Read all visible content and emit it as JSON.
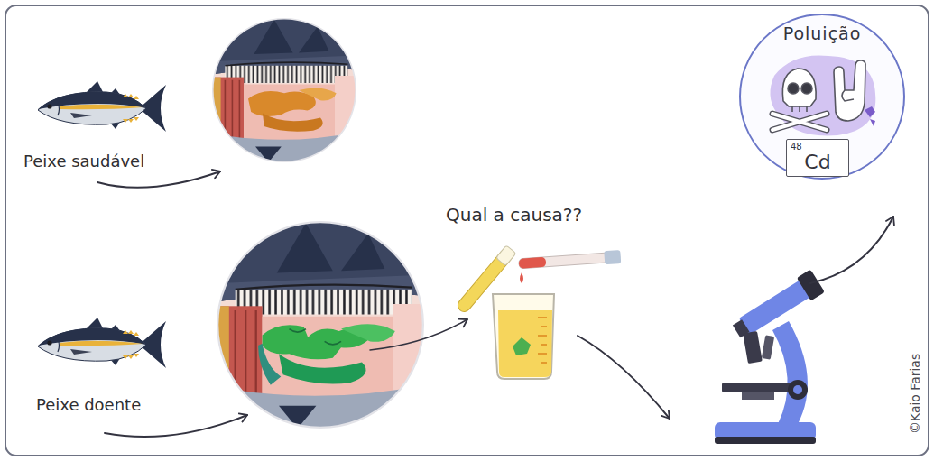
{
  "diagram": {
    "nodes": [
      {
        "text": [
          "Poluição"
        ]
      },
      {
        "text": [
          "48",
          "Cd"
        ],
        "in": 0
      }
    ],
    "labels": [
      "Peixe saudável",
      "Peixe doente",
      "Qual a causa??",
      "©Kaio Farias"
    ]
  }
}
